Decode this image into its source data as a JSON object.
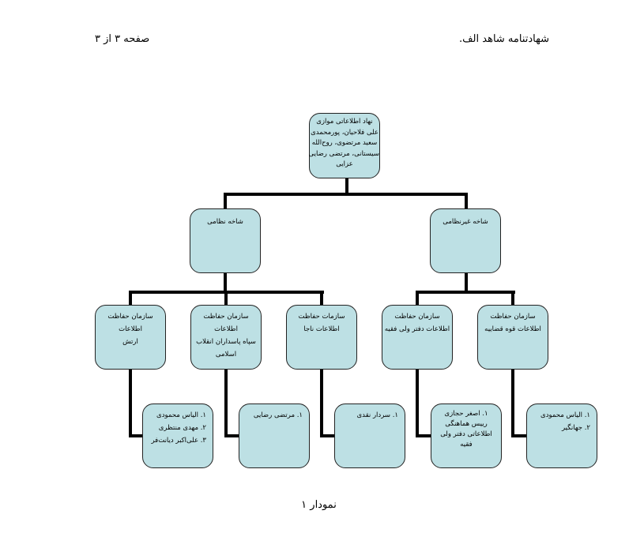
{
  "header": {
    "title": "شهادتنامه شاهد الف.",
    "page": "صفحه ۳ از ۳"
  },
  "chart": {
    "root": {
      "lines": [
        "نهاد اطلاعاتی موازی",
        "علی فلاحیان، پورمحمدی",
        "سعید مرتضوی، روح‌الله",
        "سیستانی، مرتضی رضایی",
        "عزایی"
      ]
    },
    "branches": {
      "military": "شاخه نظامی",
      "civilian": "شاخه غیرنظامی"
    },
    "units": [
      {
        "lines": [
          "سازمان حفاظت",
          "اطلاعات",
          "ارتش"
        ]
      },
      {
        "lines": [
          "سازمان حفاظت",
          "اطلاعات",
          "سپاه پاسداران انقلاب",
          "اسلامی"
        ]
      },
      {
        "lines": [
          "سازمات حفاظت",
          "اطلاعات ناجا"
        ]
      },
      {
        "lines": [
          "سازمان حفاظت",
          "اطلاعات دفتر ولی فقیه"
        ]
      },
      {
        "lines": [
          "سازمان حفاظت",
          "اطلاعات قوه قضاییه"
        ]
      }
    ],
    "people": [
      {
        "lines": [
          "۱. الیاس محمودی",
          "۲. مهدی منتظری",
          "۳. علی‌اکبر دیانت‌فر"
        ]
      },
      {
        "lines": [
          "۱. مرتضی رضایی"
        ]
      },
      {
        "lines": [
          "۱. سردار نقدی"
        ]
      },
      {
        "lines": [
          "۱. اصغر حجازی",
          "رییس هماهنگی",
          "اطلاعاتی دفتر ولی",
          "فقیه"
        ]
      },
      {
        "lines": [
          "۱. الیاس محمودی",
          "۲. جهانگیر"
        ]
      }
    ]
  },
  "caption": "نمودار ۱"
}
